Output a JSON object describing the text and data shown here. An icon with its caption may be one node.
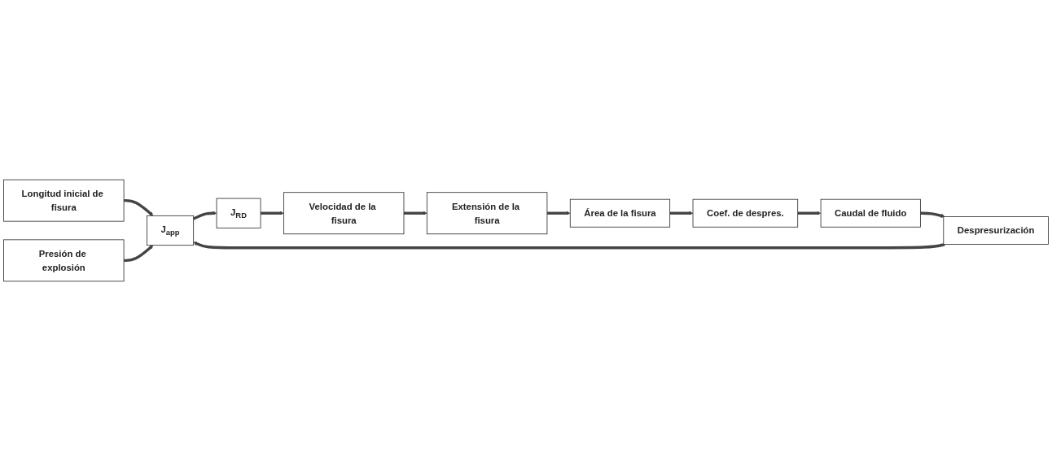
{
  "diagram": {
    "nodes": [
      {
        "text": [
          "Longitud inicial de fisura"
        ]
      },
      {
        "text": [
          "Presión de explosión"
        ]
      },
      {
        "text": [
          "J$_{app}$"
        ]
      },
      {
        "text": [
          "J$_{RD}$"
        ]
      },
      {
        "text": [
          "Velocidad de la fisura"
        ]
      },
      {
        "text": [
          "Extensión de la fisura"
        ]
      },
      {
        "text": [
          "Área de la fisura"
        ]
      },
      {
        "text": [
          "Coef. de despres."
        ]
      },
      {
        "text": [
          "Caudal de fluido"
        ]
      },
      {
        "text": [
          "Despresurización"
        ]
      }
    ],
    "edges": [
      {
        "from": 0,
        "to": 2,
        "arrow": "to"
      },
      {
        "from": 1,
        "to": 2,
        "arrow": "to"
      },
      {
        "from": 2,
        "to": 3,
        "arrow": "to"
      },
      {
        "from": 3,
        "to": 4,
        "arrow": "to"
      },
      {
        "from": 4,
        "to": 5,
        "arrow": "to"
      },
      {
        "from": 5,
        "to": 6,
        "arrow": "to"
      },
      {
        "from": 6,
        "to": 7,
        "arrow": "to"
      },
      {
        "from": 7,
        "to": 8,
        "arrow": "to"
      },
      {
        "from": 8,
        "to": 9,
        "arrow": "to"
      },
      {
        "from": 9,
        "to": 2,
        "arrow": "to"
      }
    ]
  }
}
